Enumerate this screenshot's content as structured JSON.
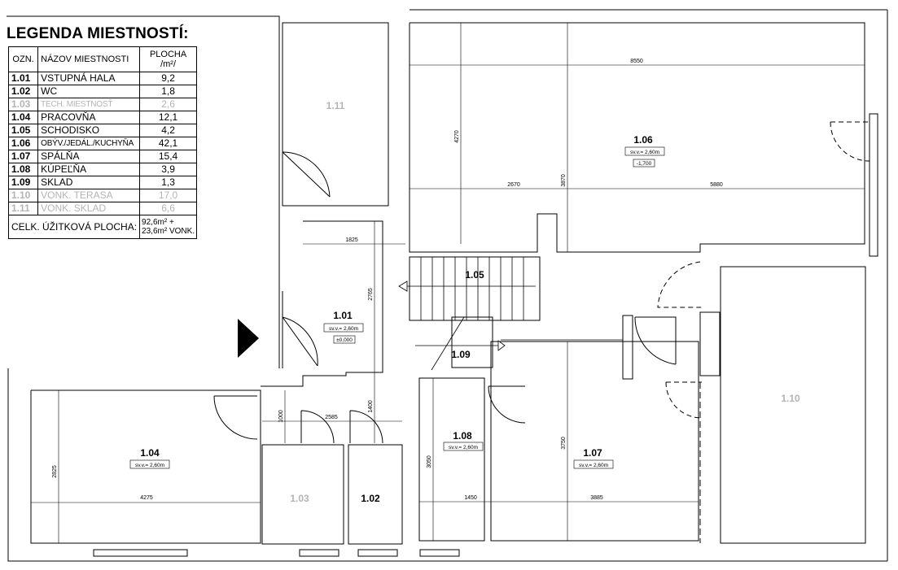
{
  "legend": {
    "title": "LEGENDA MIESTNOSTÍ:",
    "headers": {
      "code": "OZN.",
      "name": "NÁZOV MIESTNOSTI",
      "area": "PLOCHA /m²/"
    },
    "rows": [
      {
        "code": "1.01",
        "name": "VSTUPNÁ HALA",
        "area": "9,2"
      },
      {
        "code": "1.02",
        "name": "WC",
        "area": "1,8"
      },
      {
        "code": "1.03",
        "name": "TECH. MIESTNOSŤ",
        "area": "2,6"
      },
      {
        "code": "1.04",
        "name": "PRACOVŇA",
        "area": "12,1"
      },
      {
        "code": "1.05",
        "name": "SCHODISKO",
        "area": "4,2"
      },
      {
        "code": "1.06",
        "name": "OBÝV./JEDÁL./KUCHYŇA",
        "area": "42,1"
      },
      {
        "code": "1.07",
        "name": "SPÁLŇA",
        "area": "15,4"
      },
      {
        "code": "1.08",
        "name": "KÚPEĽŇA",
        "area": "3,9"
      },
      {
        "code": "1.09",
        "name": "SKLAD",
        "area": "1,3"
      },
      {
        "code": "1.10",
        "name": "VONK. TERASA",
        "area": "17,0"
      },
      {
        "code": "1.11",
        "name": "VONK. SKLAD",
        "area": "6,6"
      }
    ],
    "total_label": "CELK. ÚŽITKOVÁ PLOCHA:",
    "total_value_1": "92,6m² +",
    "total_value_2": "23,6m² VONK."
  },
  "rooms": {
    "r101": "1.01",
    "r102": "1.02",
    "r103": "1.03",
    "r104": "1.04",
    "r105": "1.05",
    "r106": "1.06",
    "r107": "1.07",
    "r108": "1.08",
    "r109": "1.09",
    "r110": "1.10",
    "r111": "1.11"
  },
  "tags": {
    "ceiling": "sv.v.= 2,60m",
    "level_entry": "±0,000",
    "level_living": "-1,700"
  },
  "dimensions": {
    "d8550": "8550",
    "d4270": "4270",
    "d3870": "3870",
    "d2670": "2670",
    "d5880": "5880",
    "d1825": "1825",
    "d2765": "2765",
    "d1000": "1000",
    "d2585": "2585",
    "d1400": "1400",
    "d2825": "2825",
    "d4275": "4275",
    "d3050": "3050",
    "d1450": "1450",
    "d3750": "3750",
    "d3885": "3885"
  },
  "colors": {
    "line": "#000000",
    "muted_text": "#b4b4b4",
    "background": "#ffffff"
  }
}
